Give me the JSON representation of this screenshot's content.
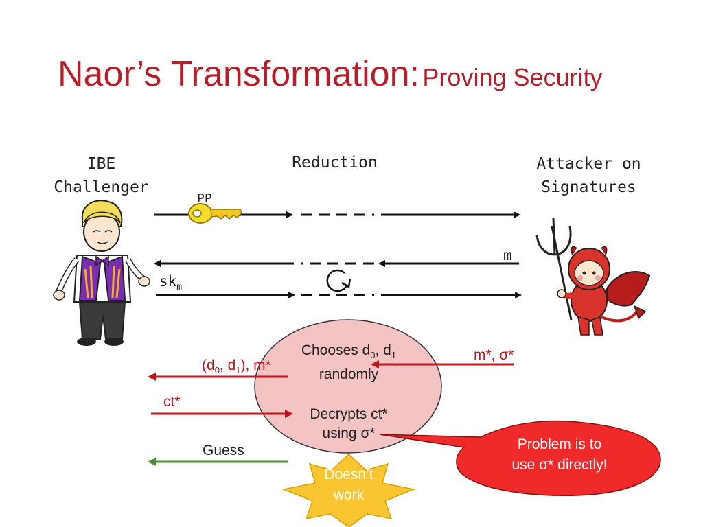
{
  "title": {
    "main": "Naor’s Transformation:",
    "sub": "Proving Security"
  },
  "participants": {
    "left": [
      "IBE",
      "Challenger"
    ],
    "middle": "Reduction",
    "right": [
      "Attacker on",
      "Signatures"
    ]
  },
  "messages": {
    "pp": "PP",
    "m": "m",
    "sk_base": "sk",
    "sk_sub": "m",
    "m_star_sigma": "m*, σ*",
    "d_open": "(d",
    "d0_sub": "0",
    "d_mid": ", d",
    "d1_sub": "1",
    "d_close": "), m*",
    "ct": "ct*",
    "guess": "Guess"
  },
  "reduction_box": {
    "line1_base": "Chooses d",
    "line1_sub0": "0",
    "line1_mid": ", d",
    "line1_sub1": "1",
    "line2": "randomly",
    "line3": "Decrypts ct*",
    "line4": "using σ*"
  },
  "callout": {
    "line1": "Problem is to",
    "line2": "use σ* directly!"
  },
  "starburst": {
    "line1": "Doesn’t",
    "line2": "work"
  },
  "colors": {
    "title": "#b3202a",
    "red_arrow": "#c0141c",
    "green_arrow": "#4f8a3a",
    "oval_fill": "#f4c3c3",
    "callout_fill": "#f02a2a",
    "star_fill": "#fbc531"
  }
}
